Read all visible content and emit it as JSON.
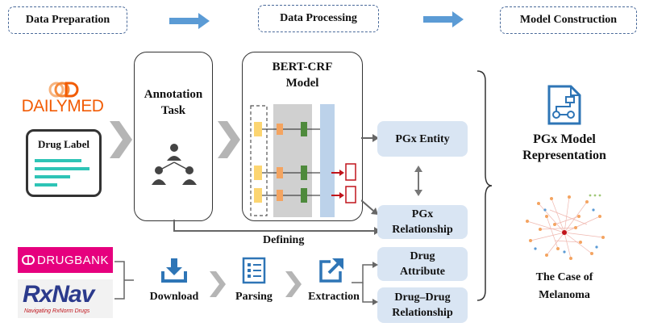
{
  "stages": [
    {
      "id": "prep",
      "label": "Data Preparation"
    },
    {
      "id": "proc",
      "label": "Data Processing"
    },
    {
      "id": "model",
      "label": "Model Construction"
    }
  ],
  "sources": {
    "dailymed": "DAILYMED",
    "drug_label": "Drug Label",
    "drugbank": "DRUGBANK",
    "rxnav": "RxNav",
    "rxnav_tagline": "Navigating RxNorm Drugs"
  },
  "annotation": {
    "line1": "Annotation",
    "line2": "Task"
  },
  "bert": {
    "line1": "BERT-CRF",
    "line2": "Model"
  },
  "outputs": {
    "pgx_entity": "PGx Entity",
    "pgx_relationship_1": "PGx",
    "pgx_relationship_2": "Relationship",
    "drug_attribute_1": "Drug",
    "drug_attribute_2": "Attribute",
    "ddi_1": "Drug–Drug",
    "ddi_2": "Relationship"
  },
  "defining": "Defining",
  "pipeline": {
    "download": "Download",
    "parsing": "Parsing",
    "extraction": "Extraction"
  },
  "model_repr": {
    "line1": "PGx Model",
    "line2": "Representation"
  },
  "case": {
    "line1": "The Case of",
    "line2": "Melanoma"
  },
  "colors": {
    "stage_arrow": "#5b9bd5",
    "box_fill": "#d9e5f3",
    "chevron": "#b5b5b5",
    "icon_blue": "#2e75b6",
    "token_yellow": "#fcd571",
    "token_orange": "#f4a460",
    "token_green": "#4e8a3c",
    "crf_blue": "#bcd2ea",
    "tag_red": "#c0141b",
    "drugbank_pink": "#e6007e",
    "dailymed_orange": "#f25c05"
  }
}
